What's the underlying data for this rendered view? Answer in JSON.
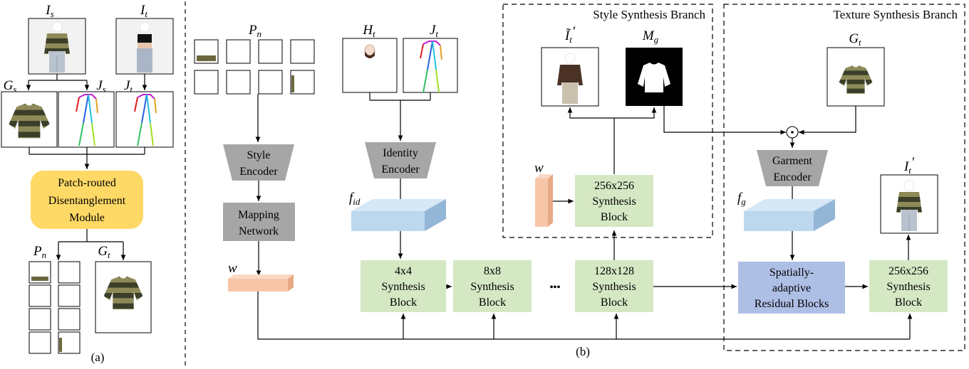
{
  "panel_a": {
    "caption": "(a)",
    "source_image_label": "I",
    "source_image_sub": "s",
    "target_image_label": "I",
    "target_image_sub": "t",
    "source_garment_label": "G",
    "source_garment_sub": "s",
    "source_pose_label": "J",
    "source_pose_sub": "s",
    "target_pose_label": "J",
    "target_pose_sub": "t",
    "module_line1": "Patch-routed",
    "module_line2": "Disentanglement",
    "module_line3": "Module",
    "patches_label": "P",
    "patches_sub": "n",
    "garment_out_label": "G",
    "garment_out_sub": "t"
  },
  "panel_b": {
    "caption": "(b)",
    "patches_label": "P",
    "patches_sub": "n",
    "head_label": "H",
    "head_sub": "t",
    "pose_label": "J",
    "pose_sub": "t",
    "style_encoder_line1": "Style",
    "style_encoder_line2": "Encoder",
    "identity_encoder_line1": "Identity",
    "identity_encoder_line2": "Encoder",
    "mapping_line1": "Mapping",
    "mapping_line2": "Network",
    "w_label": "w",
    "fid_label": "f",
    "fid_sub": "id",
    "block_4_line1": "4x4",
    "block_4_line2": "Synthesis",
    "block_4_line3": "Block",
    "block_8_line1": "8x8",
    "block_8_line2": "Synthesis",
    "block_8_line3": "Block",
    "ellipsis": "•••",
    "block_128_line1": "128x128",
    "block_128_line2": "Synthesis",
    "block_128_line3": "Block",
    "style_branch_title": "Style Synthesis Branch",
    "style_out_label": "Ĩ",
    "style_out_sub": "t",
    "style_out_prime": "′",
    "mask_label": "M",
    "mask_sub": "g",
    "style_w_label": "w",
    "style_block_line1": "256x256",
    "style_block_line2": "Synthesis",
    "style_block_line3": "Block",
    "texture_branch_title": "Texture Synthesis Branch",
    "garment_label": "G",
    "garment_sub": "t",
    "odot": "⊙",
    "garment_encoder_line1": "Garment",
    "garment_encoder_line2": "Encoder",
    "fg_label": "f",
    "fg_sub": "g",
    "sarb_line1": "Spatially-",
    "sarb_line2": "adaptive",
    "sarb_line3": "Residual Blocks",
    "final_block_line1": "256x256",
    "final_block_line2": "Synthesis",
    "final_block_line3": "Block",
    "output_label": "I",
    "output_sub": "t",
    "output_prime": "′"
  },
  "colors": {
    "synthesis_block": "#d5e8c4",
    "encoder": "#a6a6a6",
    "module": "#ffd966",
    "feature": "#bcd7ee",
    "w_vector": "#f7c6a8",
    "sarb": "#aebfe6",
    "sweater_dark": "#3b3f2a",
    "sweater_light": "#8d8a58"
  }
}
